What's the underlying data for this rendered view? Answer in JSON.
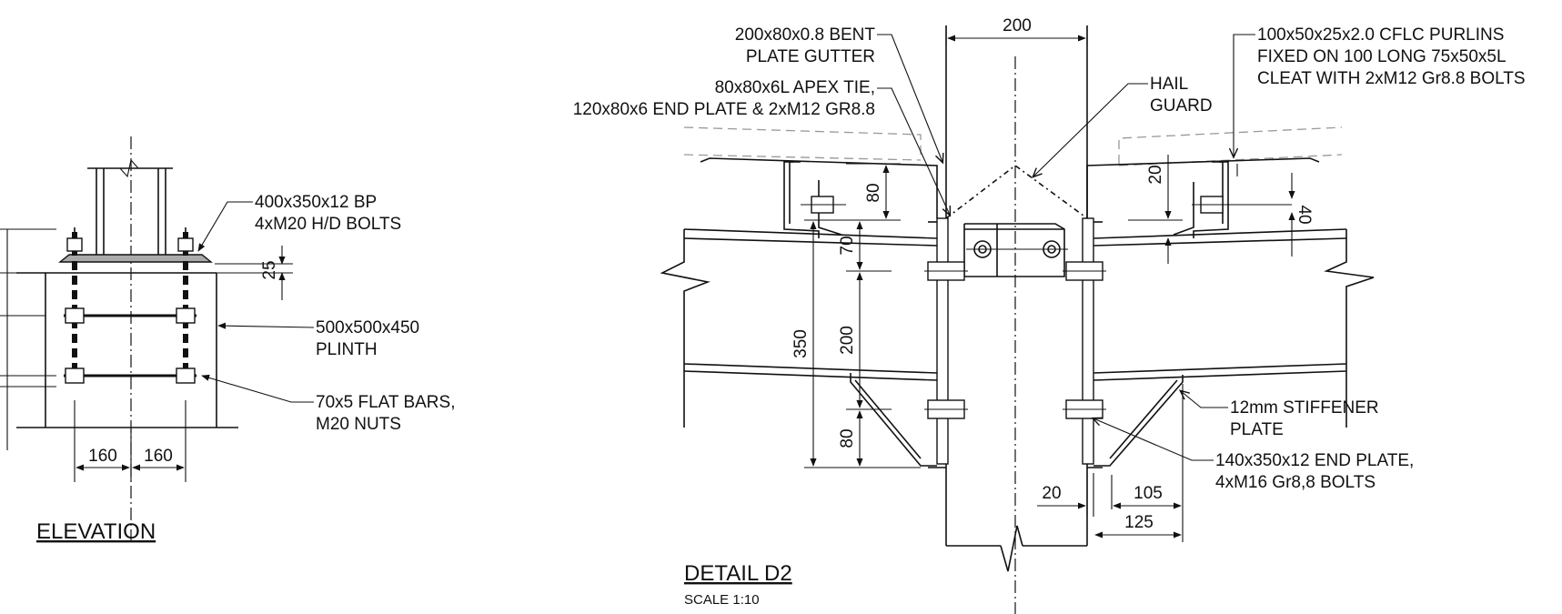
{
  "elevation": {
    "title": "ELEVATION",
    "labels": {
      "base_plate": [
        "400x350x12 BP",
        "4xM20 H/D BOLTS"
      ],
      "plinth": [
        "500x500x450",
        "PLINTH"
      ],
      "flat_bars": [
        "70x5 FLAT BARS,",
        "M20 NUTS"
      ]
    },
    "dims": {
      "bp_thk": "25",
      "left_spacing": "160",
      "right_spacing": "160"
    }
  },
  "detail": {
    "title": "DETAIL D2",
    "scale": "SCALE 1:10",
    "labels": {
      "gutter": [
        "200x80x0.8 BENT",
        "PLATE GUTTER"
      ],
      "apex_tie": [
        "80x80x6L APEX TIE,",
        "120x80x6 END PLATE & 2xM12 GR8.8"
      ],
      "hail_guard": [
        "HAIL",
        "GUARD"
      ],
      "purlins": [
        "100x50x25x2.0 CFLC PURLINS",
        "FIXED ON 100 LONG 75x50x5L",
        "CLEAT WITH 2xM12 Gr8.8 BOLTS"
      ],
      "stiffener": [
        "12mm STIFFENER",
        "PLATE"
      ],
      "end_plate": [
        "140x350x12 END PLATE,",
        "4xM16 Gr8,8 BOLTS"
      ]
    },
    "dims": {
      "top_width": "200",
      "gutter_depth": "80",
      "top_gap": "70",
      "bolt_pitch": "200",
      "bottom_gap": "80",
      "plate_height": "350",
      "purlin_gap": "20",
      "purlin_depth": "40",
      "weld_gap": "20",
      "stiff_width": "105",
      "plate_width": "125"
    }
  }
}
